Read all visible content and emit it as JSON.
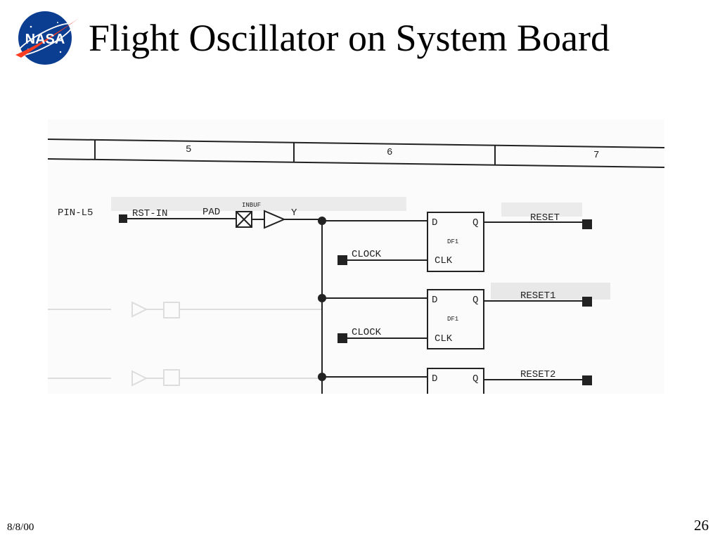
{
  "slide": {
    "title": "Flight Oscillator on System Board",
    "date": "8/8/00",
    "page_number": "26"
  },
  "logo": {
    "text": "NASA",
    "colors": {
      "blue": "#0b3d91",
      "red": "#fc3d21"
    }
  },
  "schematic": {
    "columns": [
      "5",
      "6",
      "7"
    ],
    "pin_label": "PIN-L5",
    "net_label": "RST-IN",
    "pad_label": "PAD",
    "buffer_label": "INBUF",
    "buffer_output": "Y",
    "clock_label": "CLOCK",
    "flipflop": {
      "d": "D",
      "q": "Q",
      "clk": "CLK",
      "name": "DF1"
    },
    "outputs": [
      "RESET",
      "RESET1",
      "RESET2"
    ]
  }
}
